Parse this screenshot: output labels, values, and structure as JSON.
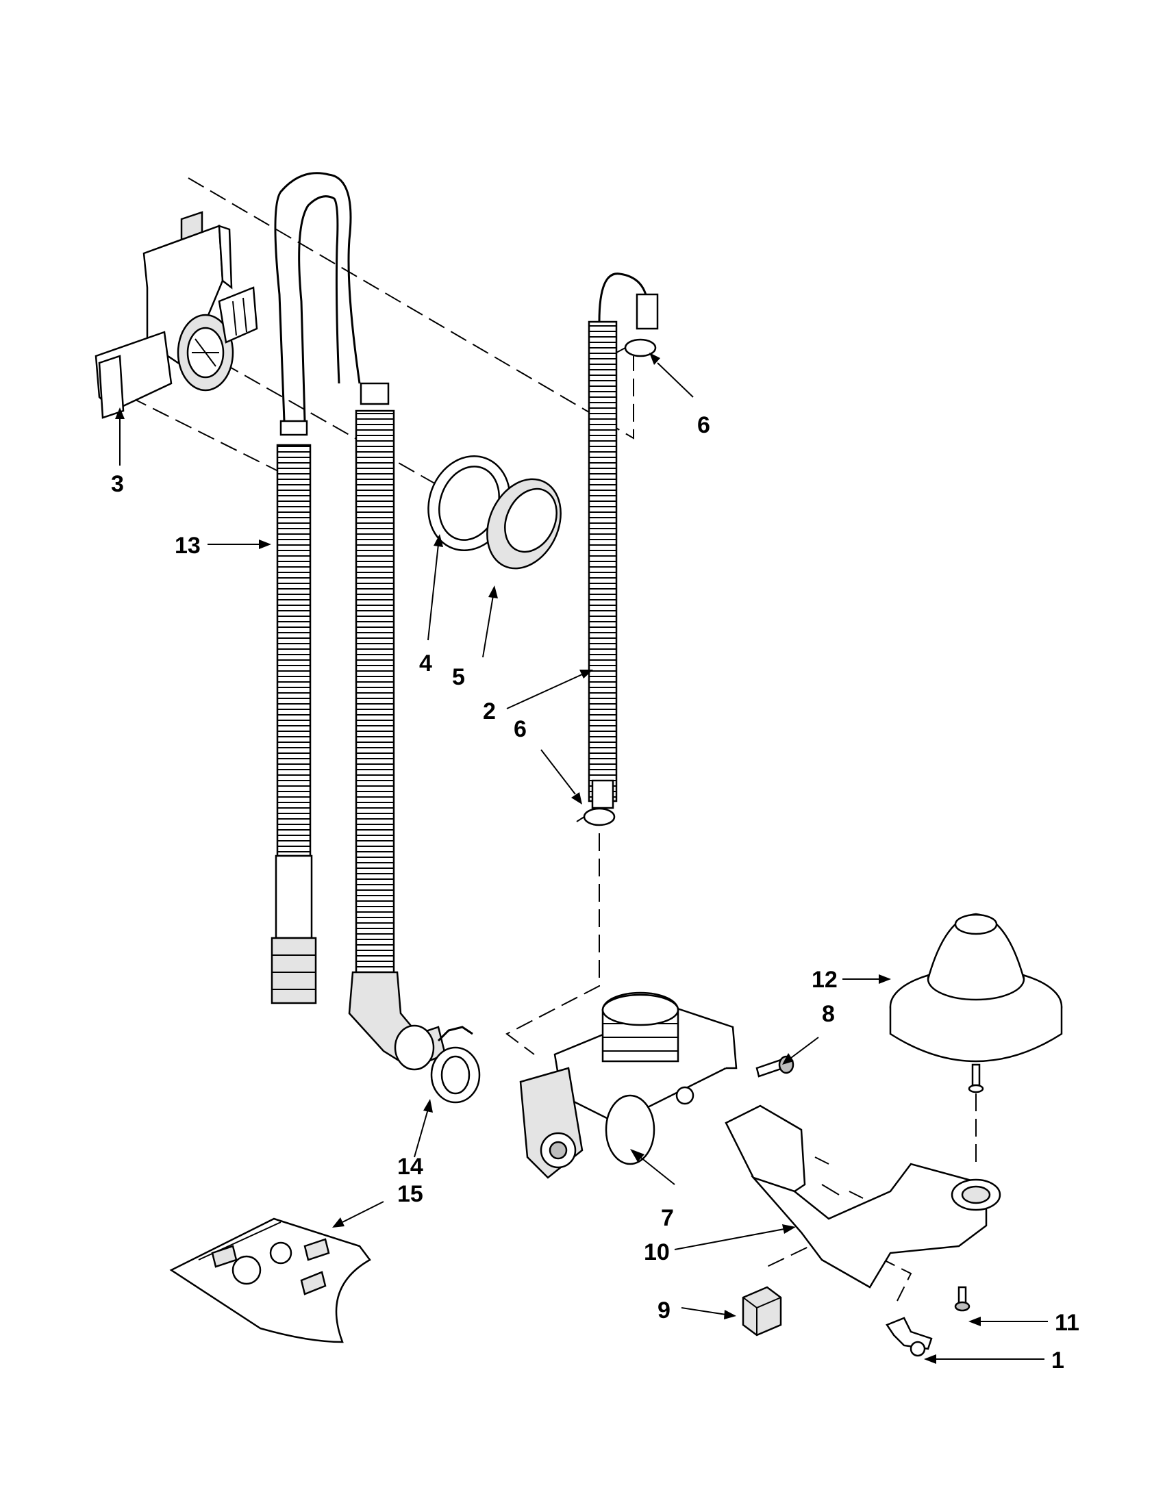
{
  "callouts": {
    "c1": "1",
    "c2": "2",
    "c3": "3",
    "c4": "4",
    "c5": "5",
    "c6_top": "6",
    "c6_mid": "6",
    "c7": "7",
    "c8": "8",
    "c9": "9",
    "c10": "10",
    "c11": "11",
    "c12": "12",
    "c13": "13",
    "c14": "14",
    "c15": "15"
  }
}
